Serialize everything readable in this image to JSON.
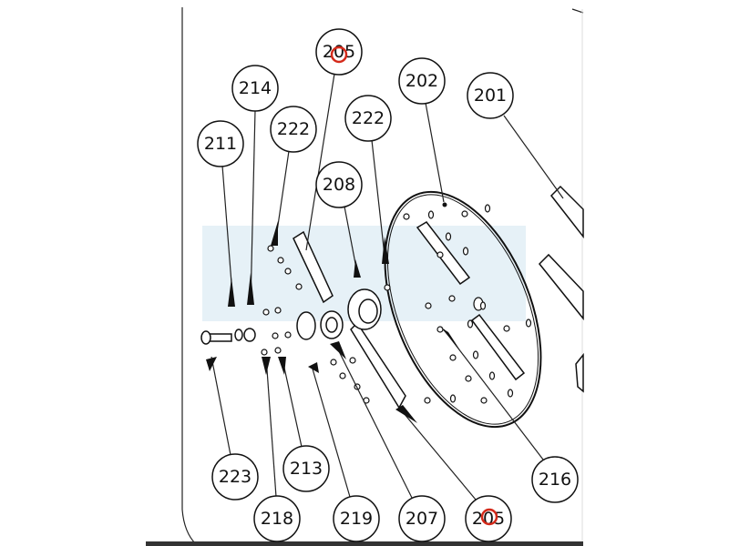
{
  "diagram": {
    "callouts": [
      "205",
      "214",
      "211",
      "222",
      "222",
      "208",
      "202",
      "201",
      "223",
      "213",
      "218",
      "219",
      "207",
      "205",
      "216"
    ],
    "colors": {
      "highlight_band": "#e6f1f7",
      "marker": "#d42a1a",
      "label_tint": "#f6dada",
      "frame": "#333333"
    }
  }
}
